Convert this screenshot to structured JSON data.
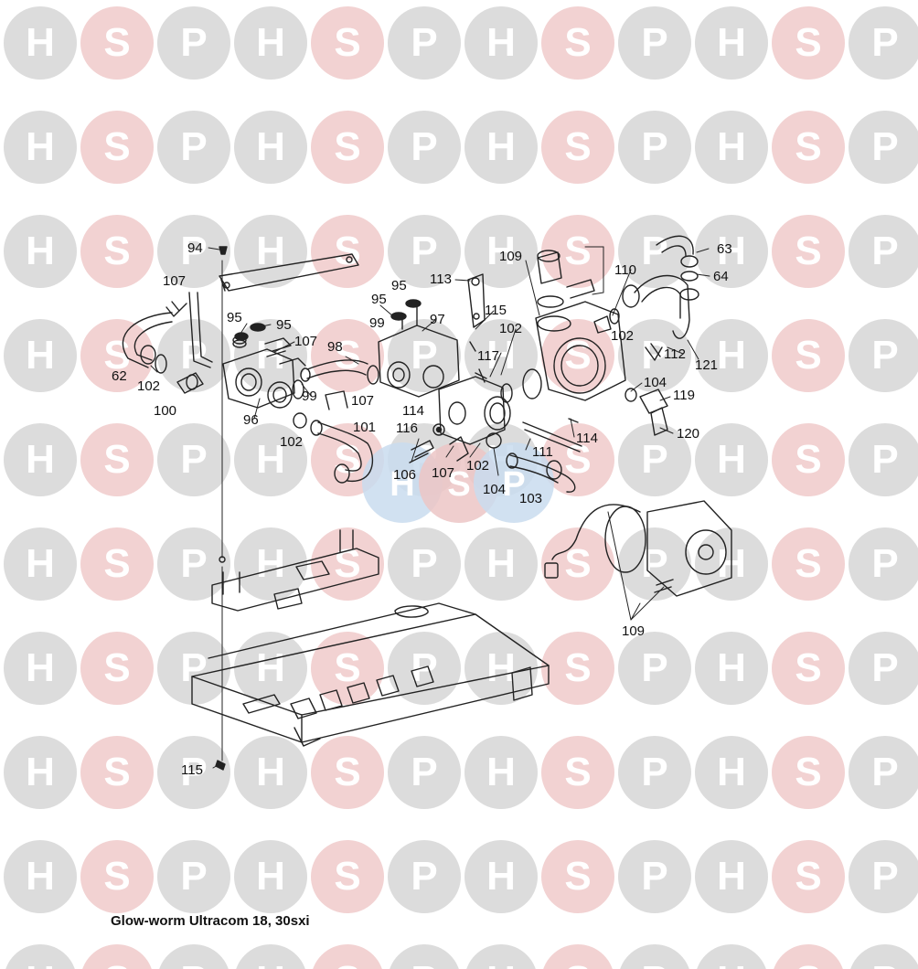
{
  "watermark": {
    "letters": [
      "H",
      "S",
      "P"
    ],
    "grey": "#dcdcdc",
    "pink": "#f2d2d2",
    "center_logo": [
      "H",
      "S",
      "P"
    ],
    "center_colors": [
      "#c9dcef",
      "#ecc6c6",
      "#c9dcef"
    ]
  },
  "caption": "Glow-worm Ultracom 18, 30sxi",
  "callouts": {
    "c94": "94",
    "c107a": "107",
    "c95a": "95",
    "c95b": "95",
    "c107b": "107",
    "c62": "62",
    "c102a": "102",
    "c100": "100",
    "c96": "96",
    "c99a": "99",
    "c98": "98",
    "c107c": "107",
    "c102b": "102",
    "c101": "101",
    "c95c": "95",
    "c95d": "95",
    "c99b": "99",
    "c97": "97",
    "c113": "113",
    "c115a": "115",
    "c117": "117",
    "c102c": "102",
    "c114a": "114",
    "c116": "116",
    "c106": "106",
    "c107d": "107",
    "c102d": "102",
    "c104a": "104",
    "c103": "103",
    "c111": "111",
    "c114b": "114",
    "c109a": "109",
    "c110": "110",
    "c102e": "102",
    "c63": "63",
    "c64": "64",
    "c112": "112",
    "c121": "121",
    "c104b": "104",
    "c119": "119",
    "c120": "120",
    "c109b": "109",
    "c115b": "115"
  }
}
